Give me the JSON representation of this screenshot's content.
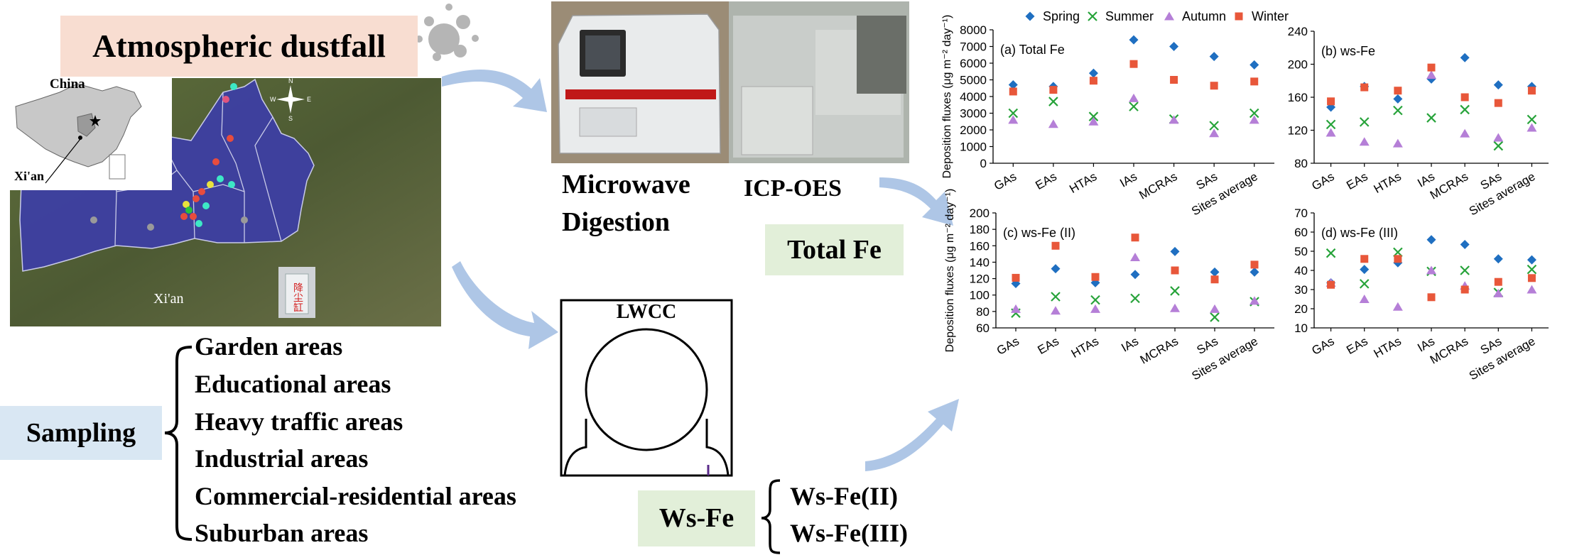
{
  "title": "Atmospheric dustfall",
  "map": {
    "inset_label_country": "China",
    "inset_label_city": "Xi'an",
    "main_label_city": "Xi'an",
    "compass": {
      "n": "N",
      "s": "S",
      "e": "E",
      "w": "W"
    },
    "jar_label": "降尘缸"
  },
  "instruments": {
    "microwave_line1": "Microwave",
    "microwave_line2": "Digestion",
    "icp": "ICP-OES",
    "lwcc": "LWCC"
  },
  "boxes": {
    "total_fe": "Total Fe",
    "ws_fe": "Ws-Fe",
    "ws_fe_ii": "Ws-Fe(II)",
    "ws_fe_iii": "Ws-Fe(III)",
    "sampling": "Sampling"
  },
  "areas": [
    "Garden areas",
    "Educational areas",
    "Heavy traffic areas",
    "Industrial areas",
    "Commercial-residential areas",
    "Suburban areas"
  ],
  "colors": {
    "spring": "#1f6fc1",
    "summer": "#27a33a",
    "autumn": "#b57fd7",
    "winter": "#e8573a",
    "arrow": "#aec6e6",
    "map_blue": "#3d3ea6"
  },
  "chart_data": [
    {
      "type": "scatter",
      "title": "(a) Total Fe",
      "ylabel": "Deposition fluxes  (μg m⁻² day⁻¹)",
      "ylim": [
        0,
        8000
      ],
      "yticks": [
        0,
        1000,
        2000,
        3000,
        4000,
        5000,
        6000,
        7000,
        8000
      ],
      "categories": [
        "GAs",
        "EAs",
        "HTAs",
        "IAs",
        "MCRAs",
        "SAs",
        "Sites average"
      ],
      "series": [
        {
          "name": "Spring",
          "values": [
            4700,
            4600,
            5400,
            7400,
            7000,
            6400,
            5900
          ]
        },
        {
          "name": "Summer",
          "values": [
            3000,
            3700,
            2800,
            3400,
            2650,
            2250,
            3000
          ]
        },
        {
          "name": "Autumn",
          "values": [
            2600,
            2350,
            2500,
            3900,
            2600,
            1800,
            2600
          ]
        },
        {
          "name": "Winter",
          "values": [
            4300,
            4400,
            4950,
            5950,
            5000,
            4650,
            4900
          ]
        }
      ]
    },
    {
      "type": "scatter",
      "title": "(b) ws-Fe",
      "ylabel": "",
      "ylim": [
        80,
        240
      ],
      "yticks": [
        80,
        120,
        160,
        200,
        240
      ],
      "categories": [
        "GAs",
        "EAs",
        "HTAs",
        "IAs",
        "MCRAs",
        "SAs",
        "Sites average"
      ],
      "series": [
        {
          "name": "Spring",
          "values": [
            148,
            173,
            158,
            182,
            208,
            175,
            173
          ]
        },
        {
          "name": "Summer",
          "values": [
            127,
            130,
            144,
            135,
            145,
            101,
            133
          ]
        },
        {
          "name": "Autumn",
          "values": [
            117,
            106,
            104,
            187,
            116,
            111,
            123
          ]
        },
        {
          "name": "Winter",
          "values": [
            155,
            172,
            168,
            196,
            160,
            153,
            168
          ]
        }
      ]
    },
    {
      "type": "scatter",
      "title": "(c) ws-Fe (II)",
      "ylabel": "Deposition fluxes  (μg m⁻² day⁻¹)",
      "ylim": [
        60,
        200
      ],
      "yticks": [
        60,
        80,
        100,
        120,
        140,
        160,
        180,
        200
      ],
      "categories": [
        "GAs",
        "EAs",
        "HTAs",
        "IAs",
        "MCRAs",
        "SAs",
        "Sites average"
      ],
      "series": [
        {
          "name": "Spring",
          "values": [
            114,
            132,
            115,
            125,
            153,
            128,
            128
          ]
        },
        {
          "name": "Summer",
          "values": [
            78,
            98,
            94,
            96,
            105,
            73,
            92
          ]
        },
        {
          "name": "Autumn",
          "values": [
            83,
            81,
            83,
            146,
            84,
            83,
            93
          ]
        },
        {
          "name": "Winter",
          "values": [
            121,
            160,
            122,
            170,
            130,
            119,
            137
          ]
        }
      ]
    },
    {
      "type": "scatter",
      "title": "(d) ws-Fe (III)",
      "ylabel": "",
      "ylim": [
        10,
        70
      ],
      "yticks": [
        10,
        20,
        30,
        40,
        50,
        60,
        70
      ],
      "categories": [
        "GAs",
        "EAs",
        "HTAs",
        "IAs",
        "MCRAs",
        "SAs",
        "Sites average"
      ],
      "series": [
        {
          "name": "Spring",
          "values": [
            33.5,
            40.5,
            44,
            56,
            53.5,
            46,
            45.5
          ]
        },
        {
          "name": "Summer",
          "values": [
            49,
            33,
            49.5,
            39.5,
            40,
            28.5,
            40.5
          ]
        },
        {
          "name": "Autumn",
          "values": [
            33.5,
            25,
            21,
            40,
            32,
            28,
            30
          ]
        },
        {
          "name": "Winter",
          "values": [
            32.5,
            46,
            46,
            26,
            30,
            34,
            36
          ]
        }
      ]
    }
  ],
  "legend": [
    "Spring",
    "Summer",
    "Autumn",
    "Winter"
  ]
}
